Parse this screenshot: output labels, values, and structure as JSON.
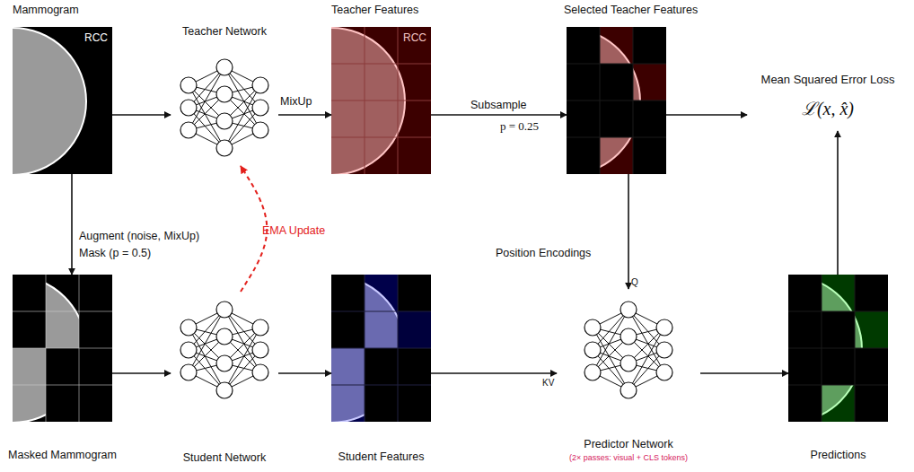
{
  "diagram": {
    "nodes": [
      {
        "text": [
          "Mammogram",
          "RCC"
        ]
      },
      {
        "text": [
          "Teacher Network"
        ]
      },
      {
        "text": [
          "Teacher Features",
          "RCC"
        ]
      },
      {
        "text": [
          "Selected Teacher Features"
        ]
      },
      {
        "text": [
          "Mean Squared Error Loss",
          "ℒ(x, x̂)"
        ]
      },
      {
        "text": [
          "Masked Mammogram"
        ]
      },
      {
        "text": [
          "Student Network"
        ]
      },
      {
        "text": [
          "Student Features"
        ]
      },
      {
        "text": [
          "Predictor Network",
          "(2× passes: visual + CLS tokens)"
        ]
      },
      {
        "text": [
          "Predictions"
        ]
      }
    ],
    "edges": [
      {
        "from": 0,
        "to": 1,
        "arrow": "to"
      },
      {
        "from": 1,
        "to": 2,
        "label": "MixUp",
        "arrow": "to"
      },
      {
        "from": 2,
        "to": 3,
        "label": "Subsample",
        "arrow": "to"
      },
      {
        "from": 3,
        "to": 4,
        "arrow": "to"
      },
      {
        "from": 0,
        "to": 5,
        "label": "Augment (noise, MixUp)",
        "arrow": "to"
      },
      {
        "from": 6,
        "to": 1,
        "label": "EMA Update",
        "arrow": "to"
      },
      {
        "from": 5,
        "to": 6,
        "arrow": "to"
      },
      {
        "from": 6,
        "to": 7,
        "arrow": "to"
      },
      {
        "from": 3,
        "to": 8,
        "label": "Position Encodings",
        "arrow": "to"
      },
      {
        "from": 7,
        "to": 8,
        "arrow": "to"
      },
      {
        "from": 8,
        "to": 9,
        "arrow": "to"
      },
      {
        "from": 9,
        "to": 4,
        "arrow": "to"
      }
    ],
    "labels": [
      "p = 0.25",
      "Mask (p = 0.5)",
      "Q",
      "KV"
    ]
  }
}
